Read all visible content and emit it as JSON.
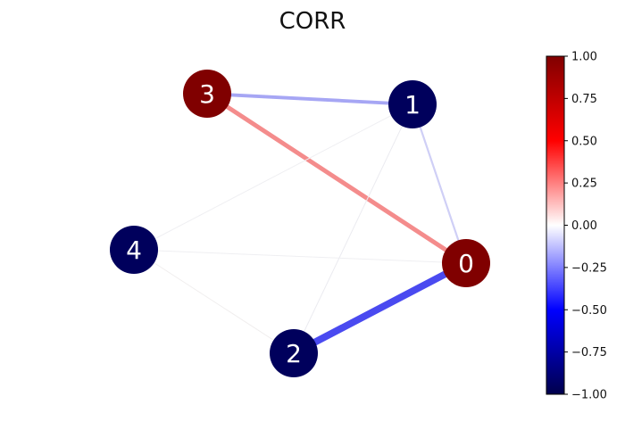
{
  "title": "CORR",
  "nodes": [
    {
      "id": "0",
      "label": "0",
      "value": 1.0,
      "color": "#800000"
    },
    {
      "id": "1",
      "label": "1",
      "value": -1.0,
      "color": "#00005c"
    },
    {
      "id": "2",
      "label": "2",
      "value": -1.0,
      "color": "#00005c"
    },
    {
      "id": "3",
      "label": "3",
      "value": 1.0,
      "color": "#800000"
    },
    {
      "id": "4",
      "label": "4",
      "value": -1.0,
      "color": "#00005c"
    }
  ],
  "edges": [
    {
      "source": "0",
      "target": "2",
      "weight": -0.72,
      "color": "#4a4af0"
    },
    {
      "source": "0",
      "target": "3",
      "weight": 0.45,
      "color": "#f48c8c"
    },
    {
      "source": "3",
      "target": "1",
      "weight": -0.35,
      "color": "#a6a6f4"
    },
    {
      "source": "1",
      "target": "0",
      "weight": -0.2,
      "color": "#cfcff6"
    },
    {
      "source": "1",
      "target": "2",
      "weight": 0.04,
      "color": "#ebebf0"
    },
    {
      "source": "1",
      "target": "4",
      "weight": 0.03,
      "color": "#efeff2"
    },
    {
      "source": "4",
      "target": "0",
      "weight": 0.03,
      "color": "#efeff2"
    },
    {
      "source": "4",
      "target": "2",
      "weight": 0.03,
      "color": "#f0eeee"
    }
  ],
  "colorbar": {
    "range": [
      -1.0,
      1.0
    ],
    "colors": [
      "#00004c",
      "#0000ff",
      "#ffffff",
      "#ff0000",
      "#800000"
    ],
    "ticks": [
      "1.00",
      "0.75",
      "0.50",
      "0.25",
      "0.00",
      "−0.25",
      "−0.50",
      "−0.75",
      "−1.00"
    ]
  }
}
